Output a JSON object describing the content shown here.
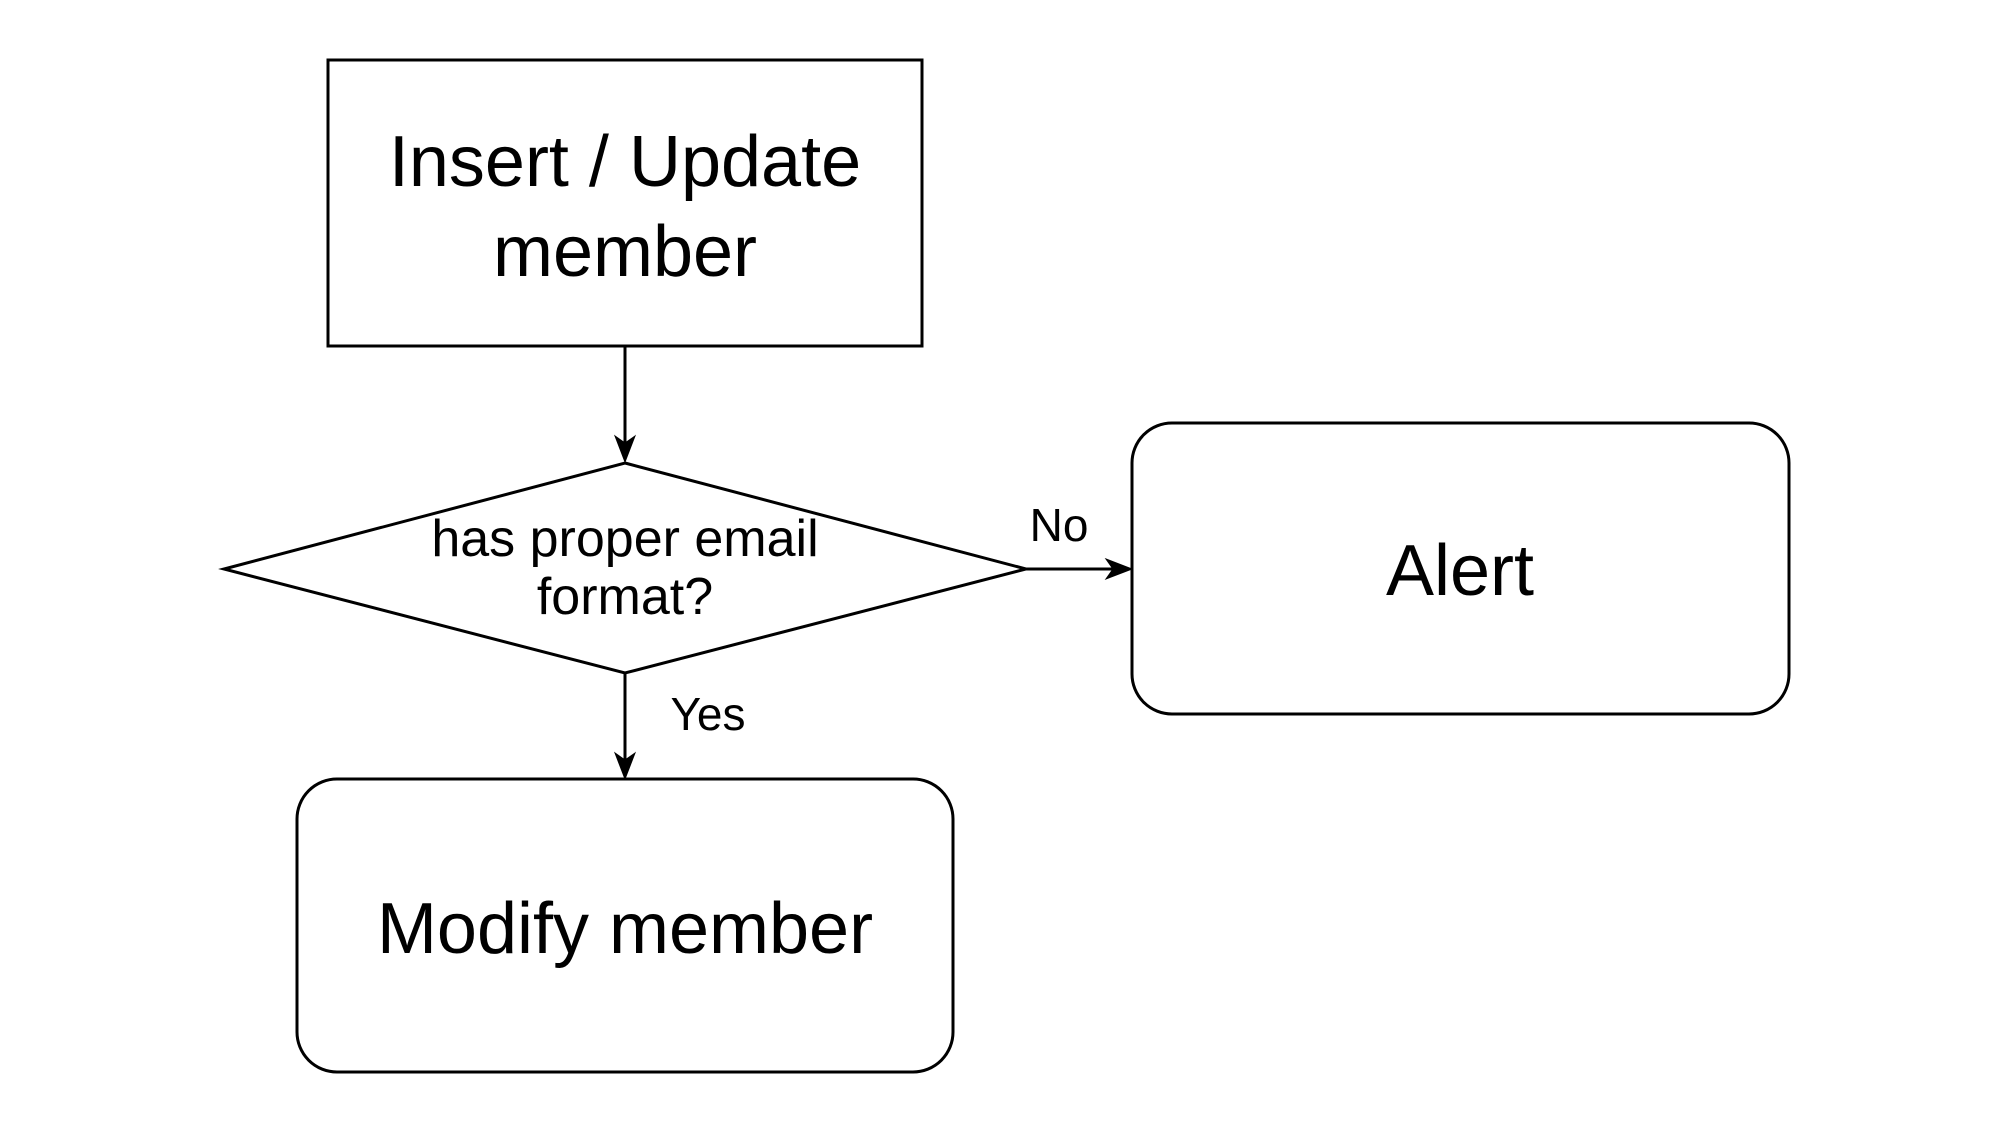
{
  "diagram": {
    "nodes": {
      "start": {
        "shape": "rectangle",
        "line1": "Insert / Update",
        "line2": "member"
      },
      "decision": {
        "shape": "diamond",
        "line1": "has proper email",
        "line2": "format?"
      },
      "alert": {
        "shape": "rounded-rectangle",
        "label": "Alert"
      },
      "modify": {
        "shape": "rounded-rectangle",
        "label": "Modify member"
      }
    },
    "edges": {
      "start_to_decision": {
        "from": "start",
        "to": "decision",
        "label": ""
      },
      "decision_no": {
        "from": "decision",
        "to": "alert",
        "label": "No"
      },
      "decision_yes": {
        "from": "decision",
        "to": "modify",
        "label": "Yes"
      }
    },
    "colors": {
      "stroke": "#000000",
      "fill": "#ffffff",
      "text": "#000000"
    }
  }
}
